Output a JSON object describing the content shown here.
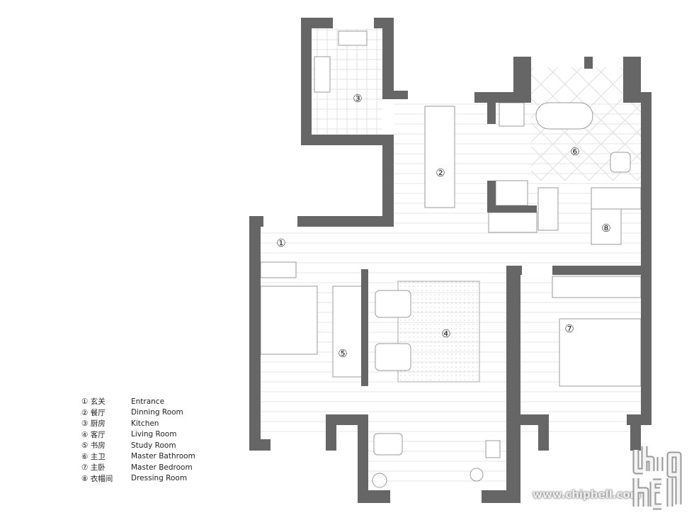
{
  "plan": {
    "rooms": [
      {
        "num": "1",
        "zh": "玄关",
        "en": "Entrance"
      },
      {
        "num": "2",
        "zh": "餐厅",
        "en": "Dinning Room"
      },
      {
        "num": "3",
        "zh": "厨房",
        "en": "Kitchen"
      },
      {
        "num": "4",
        "zh": "客厅",
        "en": "Living Room"
      },
      {
        "num": "5",
        "zh": "书房",
        "en": "Study Room"
      },
      {
        "num": "6",
        "zh": "主卫",
        "en": "Master Bathroom"
      },
      {
        "num": "7",
        "zh": "主卧",
        "en": "Master Bedroom"
      },
      {
        "num": "8",
        "zh": "衣帽间",
        "en": "Dressing Room"
      }
    ],
    "legend_marks": [
      "①",
      "②",
      "③",
      "④",
      "⑤",
      "⑥",
      "⑦",
      "⑧"
    ]
  },
  "watermark": {
    "url": "www.chiphell.com",
    "logo": "chiphell"
  },
  "colors": {
    "wall": "#666666",
    "line": "#bbbbbb"
  }
}
